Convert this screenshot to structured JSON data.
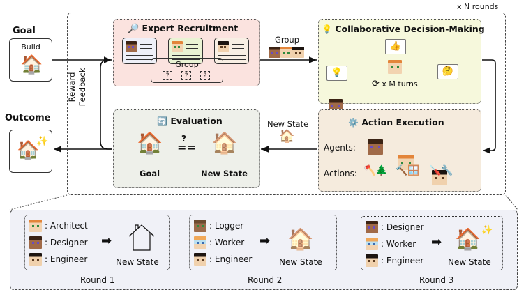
{
  "header": {
    "rounds_label": "x N rounds"
  },
  "goal": {
    "title": "Goal",
    "action": "Build",
    "icon": "house-icon"
  },
  "outcome": {
    "title": "Outcome",
    "icon": "house-sparkles-icon"
  },
  "feedback": {
    "line1": "Reward",
    "line2": "Feedback"
  },
  "expert_recruitment": {
    "title": "Expert Recruitment",
    "icon": "magnifier-icon",
    "candidates": [
      "steve",
      "alex",
      "engineer"
    ],
    "group_label": "Group",
    "slots": [
      "?",
      "?",
      "?"
    ]
  },
  "edge_group": {
    "label": "Group"
  },
  "collaborative": {
    "title": "Collaborative Decision-Making",
    "icon": "lightbulb-icon",
    "bubbles": {
      "left": "💡",
      "center": "👍",
      "right": "🤔"
    },
    "turns_label": "x M turns"
  },
  "action_execution": {
    "title": "Action Execution",
    "icon": "gear-icon",
    "agents_label": "Agents:",
    "actions_label": "Actions:",
    "actions": [
      "🪓🌲",
      "🔨🪟",
      "🪛🔧"
    ]
  },
  "edge_new_state": {
    "label": "New State"
  },
  "evaluation": {
    "title": "Evaluation",
    "icon": "refresh-icon",
    "compare": "==",
    "question": "?",
    "goal_label": "Goal",
    "state_label": "New State"
  },
  "rounds": [
    {
      "label": "Round 1",
      "roles": [
        ": Architect",
        ": Designer",
        ": Engineer"
      ],
      "state_label": "New State"
    },
    {
      "label": "Round 2",
      "roles": [
        ": Logger",
        ": Worker",
        ": Engineer"
      ],
      "state_label": "New State"
    },
    {
      "label": "Round 3",
      "roles": [
        ": Designer",
        ": Worker",
        ": Engineer"
      ],
      "state_label": "New State"
    }
  ],
  "glyphs": {
    "house": "🏠",
    "sparkles": "✨",
    "magnifier": "🔎",
    "bulb": "💡",
    "gear": "⚙️",
    "refresh": "🔄",
    "arrow_right": "➡"
  }
}
